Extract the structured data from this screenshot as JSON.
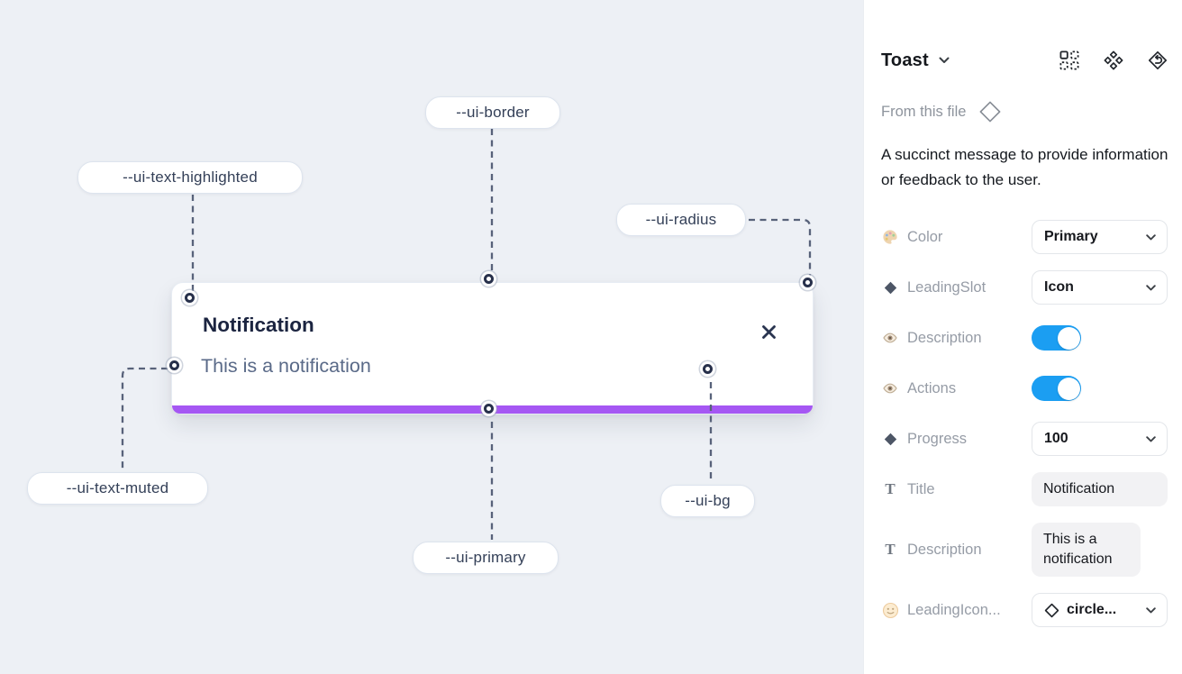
{
  "canvas": {
    "toast": {
      "title": "Notification",
      "description": "This is a notification"
    },
    "labels": {
      "border": "--ui-border",
      "text_highlighted": "--ui-text-highlighted",
      "radius": "--ui-radius",
      "text_muted": "--ui-text-muted",
      "primary": "--ui-primary",
      "bg": "--ui-bg"
    },
    "colors": {
      "primary_bar": "#a557f3",
      "canvas_bg": "#edf0f5",
      "connector": "#58627a"
    }
  },
  "panel": {
    "title": "Toast",
    "header_icons": [
      "component-grid-icon",
      "variants-icon",
      "detach-instance-icon"
    ],
    "source_label": "From this file",
    "description": "A succinct message to provide information or feedback to the user.",
    "accent_colors": {
      "toggle_on": "#1b9ef2"
    },
    "properties": [
      {
        "label": "Color",
        "icon": "palette-icon",
        "control": "select",
        "value": "Primary"
      },
      {
        "label": "LeadingSlot",
        "icon": "diamond-icon",
        "control": "select",
        "value": "Icon"
      },
      {
        "label": "Description",
        "icon": "eye-icon",
        "control": "toggle",
        "value": true
      },
      {
        "label": "Actions",
        "icon": "eye-icon",
        "control": "toggle",
        "value": true
      },
      {
        "label": "Progress",
        "icon": "diamond-icon",
        "control": "select",
        "value": "100"
      },
      {
        "label": "Title",
        "icon": "text-icon",
        "control": "field",
        "value": "Notification"
      },
      {
        "label": "Description",
        "icon": "text-icon",
        "control": "field",
        "value": "This is a notification"
      },
      {
        "label": "LeadingIcon...",
        "icon": "smiley-icon",
        "control": "select-icon",
        "value": "circle..."
      }
    ]
  }
}
